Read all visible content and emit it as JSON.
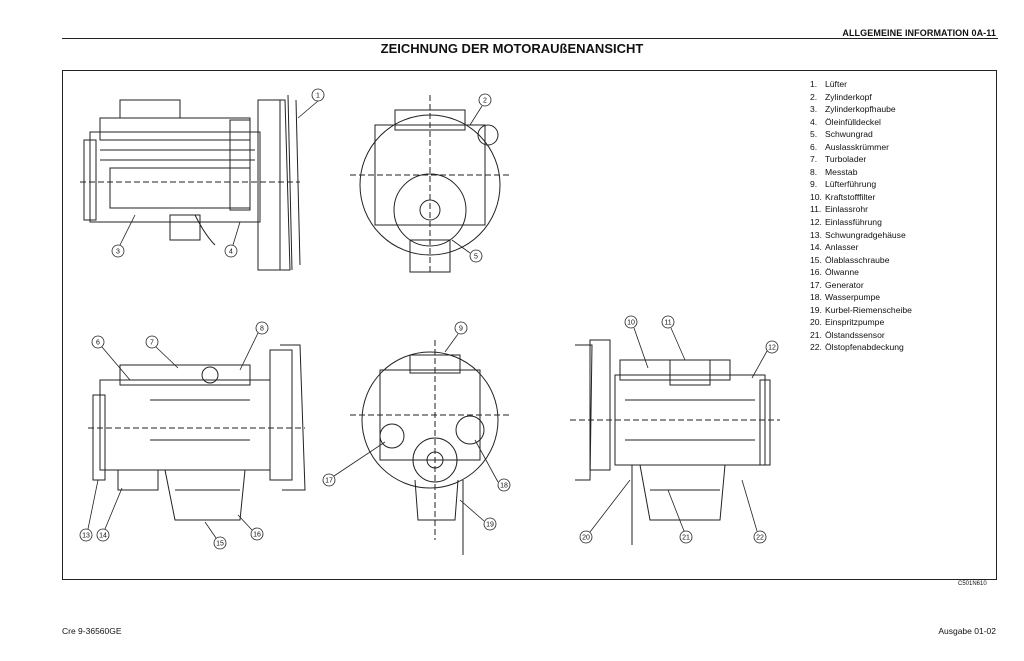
{
  "header": {
    "section": "ALLGEMEINE INFORMATION  0A-11"
  },
  "title": "ZEICHNUNG DER MOTORAUßENANSICHT",
  "legend": [
    {
      "num": "1.",
      "label": "Lüfter"
    },
    {
      "num": "2.",
      "label": "Zylinderkopf"
    },
    {
      "num": "3.",
      "label": "Zylinderkopfhaube"
    },
    {
      "num": "4.",
      "label": "Öleinfülldeckel"
    },
    {
      "num": "5.",
      "label": "Schwungrad"
    },
    {
      "num": "6.",
      "label": "Auslasskrümmer"
    },
    {
      "num": "7.",
      "label": "Turbolader"
    },
    {
      "num": "8.",
      "label": "Messtab"
    },
    {
      "num": "9.",
      "label": "Lüfterführung"
    },
    {
      "num": "10.",
      "label": "Kraftstofffilter"
    },
    {
      "num": "11.",
      "label": "Einlassrohr"
    },
    {
      "num": "12.",
      "label": "Einlassführung"
    },
    {
      "num": "13.",
      "label": "Schwungradgehäuse"
    },
    {
      "num": "14.",
      "label": "Anlasser"
    },
    {
      "num": "15.",
      "label": "Ölablasschraube"
    },
    {
      "num": "16.",
      "label": "Ölwanne"
    },
    {
      "num": "17.",
      "label": "Generator"
    },
    {
      "num": "18.",
      "label": "Wasserpumpe"
    },
    {
      "num": "19.",
      "label": "Kurbel-Riemenscheibe"
    },
    {
      "num": "20.",
      "label": "Einspritzpumpe"
    },
    {
      "num": "21.",
      "label": "Ölstandssensor"
    },
    {
      "num": "22.",
      "label": "Ölstopfenabdeckung"
    }
  ],
  "callouts": [
    "1",
    "2",
    "3",
    "4",
    "5",
    "6",
    "7",
    "8",
    "9",
    "10",
    "11",
    "12",
    "13",
    "14",
    "15",
    "16",
    "17",
    "18",
    "19",
    "20",
    "21",
    "22"
  ],
  "figure_code": "C501N610",
  "footer": {
    "left": "Cre 9-36560GE",
    "right": "Ausgabe 01-02"
  }
}
